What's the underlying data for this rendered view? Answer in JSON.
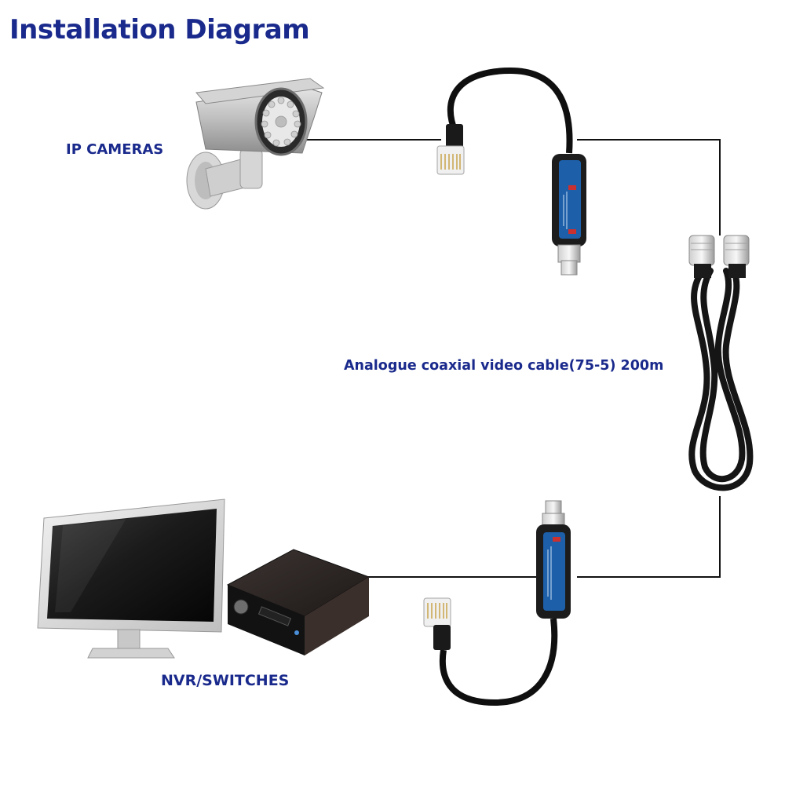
{
  "title": "Installation Diagram",
  "labels": {
    "ip_cameras": "IP CAMERAS",
    "coax_cable": "Analogue coaxial video cable(75-5)  200m",
    "nvr_switches": "NVR/SWITCHES"
  },
  "icons": [
    "camera-icon",
    "rj45-connector-icon",
    "balun-transmitter-icon",
    "bnc-coax-cable-icon",
    "balun-receiver-icon",
    "monitor-icon",
    "nvr-box-icon"
  ],
  "colors": {
    "label_text": "#1a2a8c",
    "balun_body": "#1c1c1c",
    "balun_label": "#1d5fa8",
    "wire": "#111111"
  }
}
